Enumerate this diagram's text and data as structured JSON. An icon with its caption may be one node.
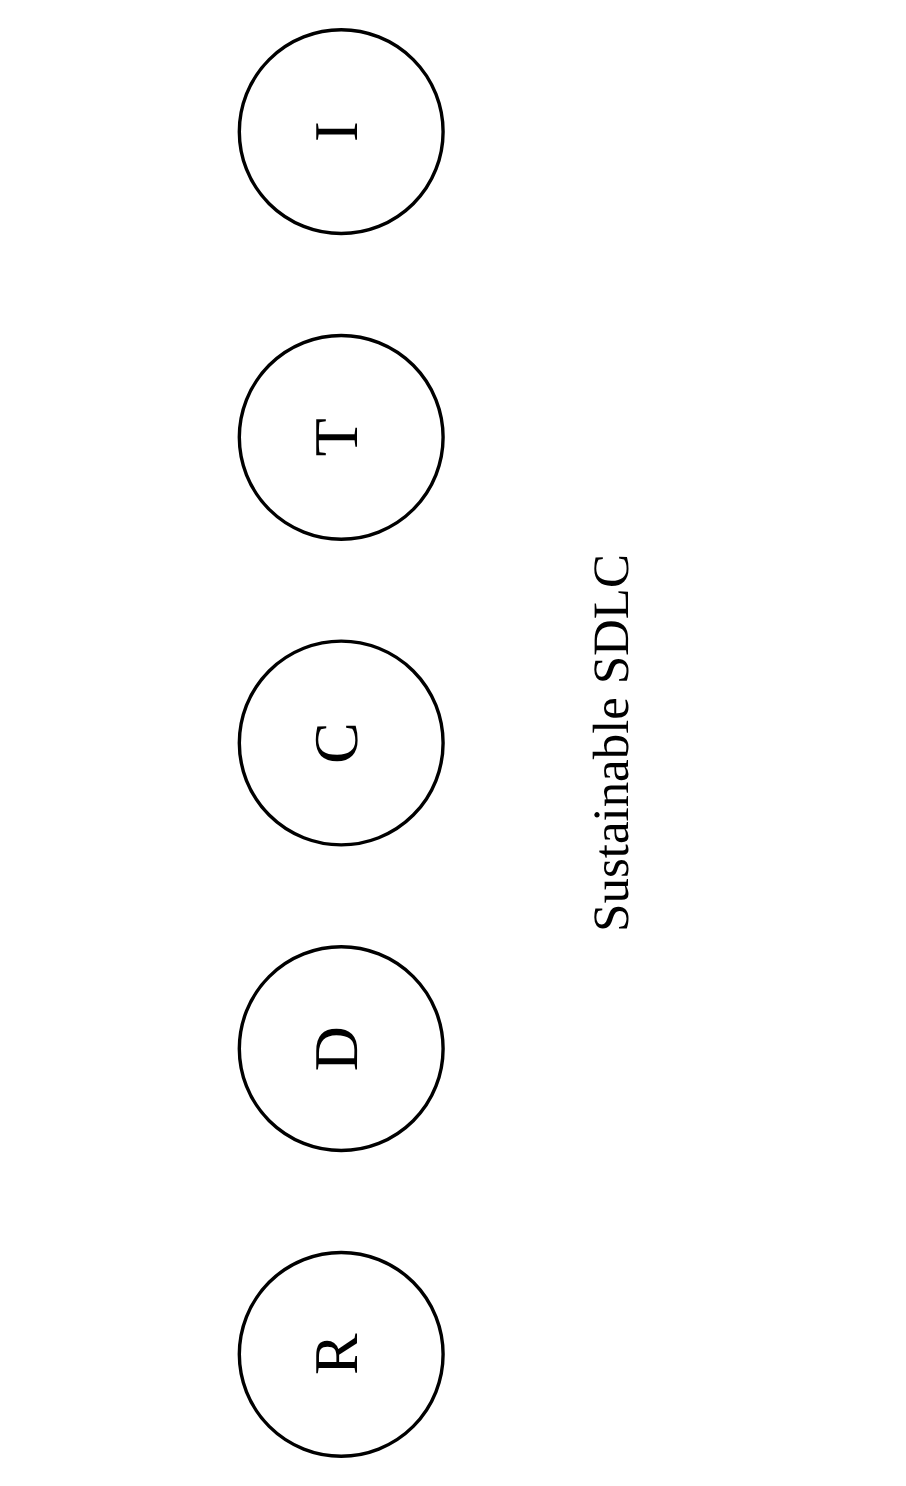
{
  "diagram": {
    "nodes": [
      {
        "text": [
          "R"
        ]
      },
      {
        "text": [
          "D"
        ]
      },
      {
        "text": [
          "C"
        ]
      },
      {
        "text": [
          "T"
        ]
      },
      {
        "text": [
          "I"
        ]
      }
    ],
    "edges": [],
    "labels": [
      "Sustainable SDLC"
    ]
  }
}
